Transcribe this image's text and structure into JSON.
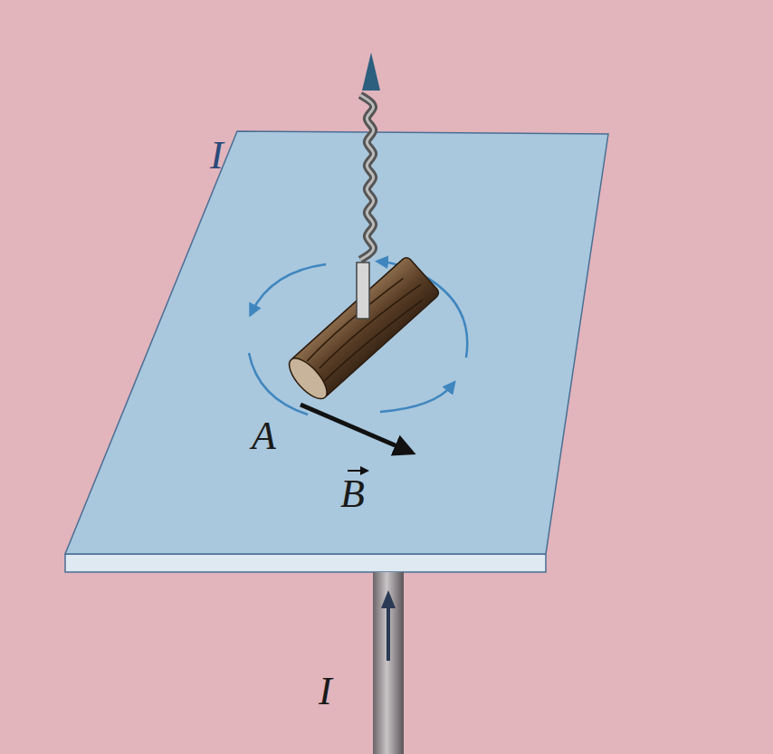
{
  "diagram": {
    "labels": [
      "I",
      "A",
      "B",
      "I"
    ]
  }
}
